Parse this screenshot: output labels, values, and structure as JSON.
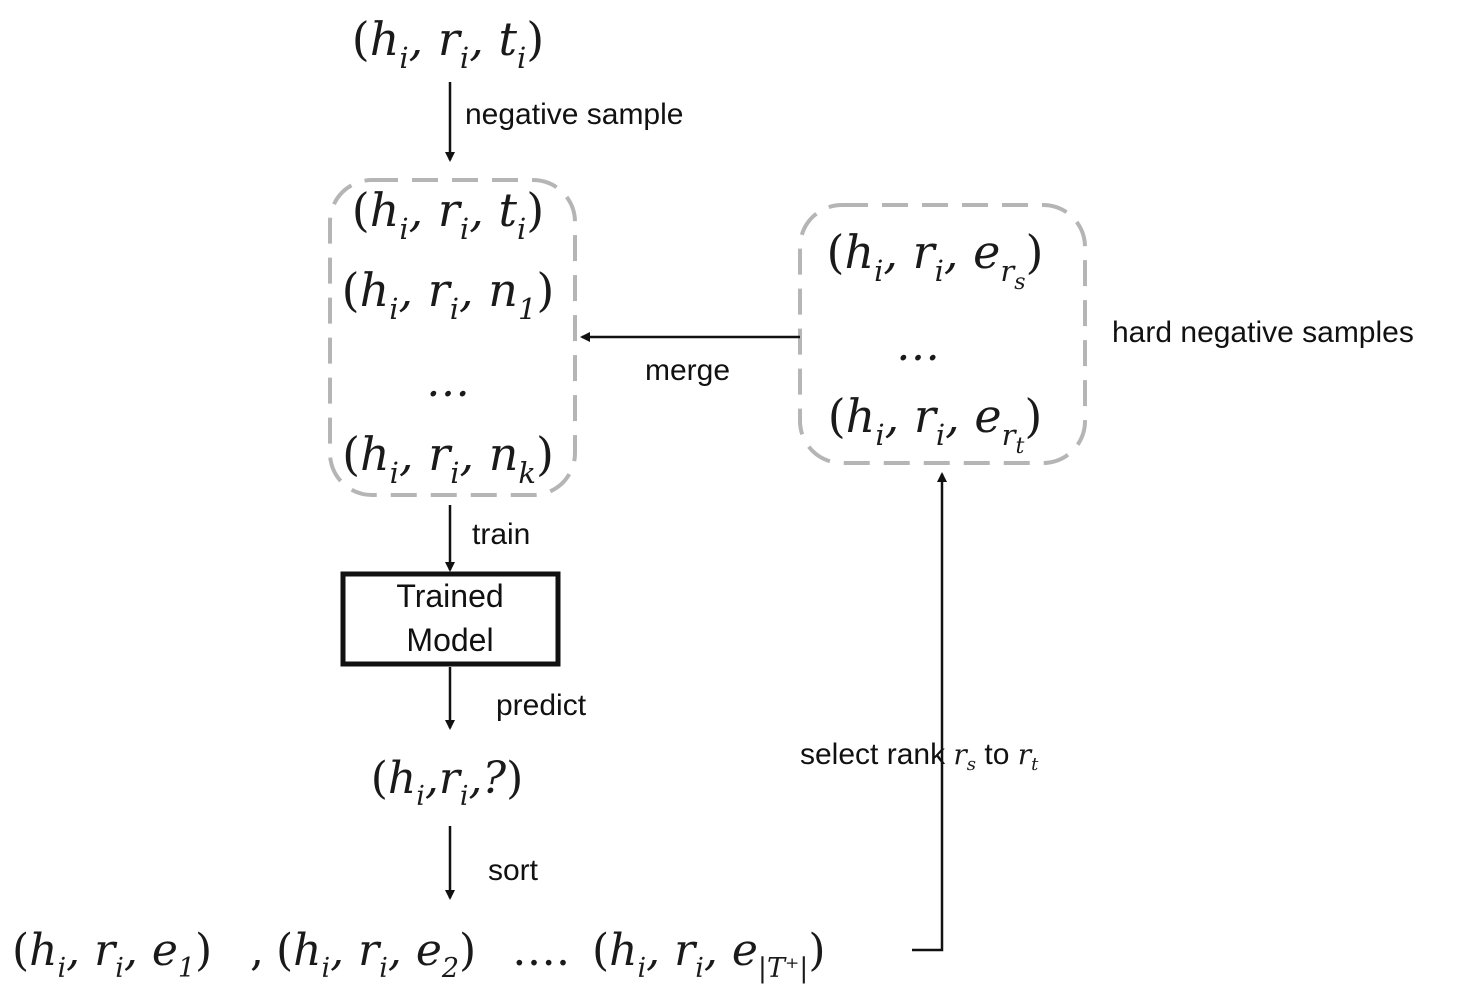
{
  "colors": {
    "stroke": "#111111",
    "dashed": "#b5b5b5",
    "text": "#1a1a1a"
  },
  "triples": {
    "input": {
      "h": "h",
      "hs": "i",
      "r": "r",
      "rs": "i",
      "t": "t",
      "ts": "i"
    },
    "stack_1": {
      "h": "h",
      "hs": "i",
      "r": "r",
      "rs": "i",
      "t": "t",
      "ts": "i"
    },
    "stack_2": {
      "h": "h",
      "hs": "i",
      "r": "r",
      "rs": "i",
      "t": "n",
      "ts": "1"
    },
    "stack_ellipsis": "…",
    "stack_k": {
      "h": "h",
      "hs": "i",
      "r": "r",
      "rs": "i",
      "t": "n",
      "ts": "k"
    },
    "hard_s": {
      "h": "h",
      "hs": "i",
      "r": "r",
      "rs": "i",
      "t": "e",
      "ts": "r",
      "tss": "s"
    },
    "hard_ellipsis": "…",
    "hard_t": {
      "h": "h",
      "hs": "i",
      "r": "r",
      "rs": "i",
      "t": "e",
      "ts": "r",
      "tss": "t"
    },
    "query": {
      "h": "h",
      "hs": "i",
      "r": "r",
      "rs": "i",
      "t": "?"
    },
    "e1": {
      "h": "h",
      "hs": "i",
      "r": "r",
      "rs": "i",
      "t": "e",
      "ts": "1"
    },
    "e2": {
      "h": "h",
      "hs": "i",
      "r": "r",
      "rs": "i",
      "t": "e",
      "ts": "2"
    },
    "dots": "….",
    "elast": {
      "h": "h",
      "hs": "i",
      "r": "r",
      "rs": "i",
      "t": "e",
      "ts": "|T⁺|"
    }
  },
  "labels": {
    "negative_sample": "negative sample",
    "merge": "merge",
    "hard_negative_samples": "hard negative samples",
    "train": "train",
    "model_line1": "Trained",
    "model_line2": "Model",
    "predict": "predict",
    "select_rank_prefix": "select rank ",
    "select_rank_rs": "r",
    "select_rank_rs_sub": "s",
    "select_rank_to": " to ",
    "select_rank_rt": "r",
    "select_rank_rt_sub": "t",
    "sort": "sort"
  }
}
